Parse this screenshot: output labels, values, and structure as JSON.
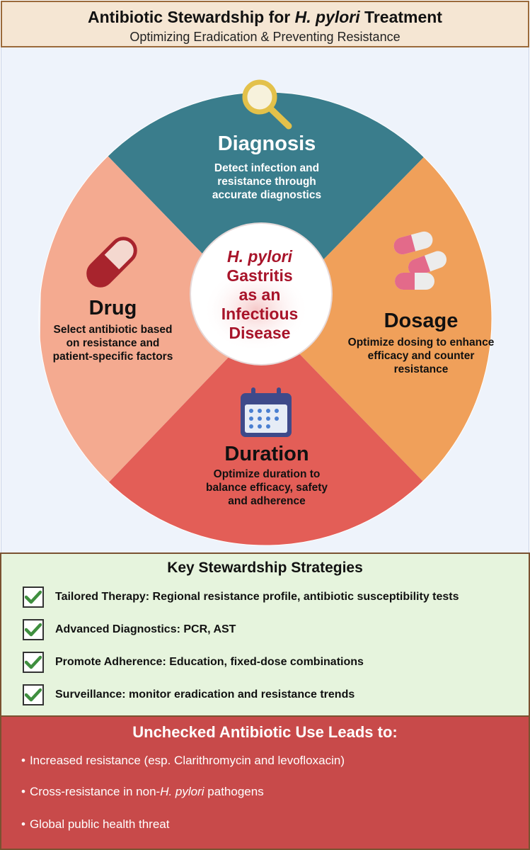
{
  "header": {
    "title_pre": "Antibiotic Stewardship for ",
    "title_italic": "H. pylori",
    "title_post": " Treatment",
    "subtitle": "Optimizing Eradication & Preventing Resistance"
  },
  "wheel": {
    "center": {
      "line1": "H. pylori",
      "line2": "Gastritis",
      "line3": "as an",
      "line4": "Infectious",
      "line5": "Disease"
    },
    "diagnosis": {
      "title": "Diagnosis",
      "desc1": "Detect infection and",
      "desc2": "resistance through",
      "desc3": "accurate diagnostics",
      "icon": "magnifier-icon",
      "color": "#3a7d8c"
    },
    "dosage": {
      "title": "Dosage",
      "desc1": "Optimize dosing to enhance",
      "desc2": "efficacy and counter",
      "desc3": "resistance",
      "icon": "pills-icon",
      "color": "#f0a05a"
    },
    "duration": {
      "title": "Duration",
      "desc1": "Optimize duration to",
      "desc2": "balance efficacy, safety",
      "desc3": "and adherence",
      "icon": "calendar-icon",
      "color": "#e35e57"
    },
    "drug": {
      "title": "Drug",
      "desc1": "Select antibiotic based",
      "desc2": "on resistance and",
      "desc3": "patient-specific factors",
      "icon": "capsule-icon",
      "color": "#f4aa90"
    }
  },
  "strategies": {
    "heading": "Key Stewardship Strategies",
    "items": [
      "Tailored Therapy: Regional resistance profile, antibiotic susceptibility tests",
      "Advanced Diagnostics: PCR, AST",
      "Promote Adherence: Education, fixed-dose combinations",
      "Surveillance: monitor eradication and resistance trends"
    ],
    "check_color": "#3f8f3f"
  },
  "unchecked": {
    "heading": "Unchecked Antibiotic Use Leads to:",
    "bullet": "•",
    "item1": "Increased resistance (esp. Clarithromycin and levofloxacin)",
    "item2_pre": "Cross-resistance in non-",
    "item2_italic": "H. pylori",
    "item2_post": " pathogens",
    "item3": "Global public health threat"
  }
}
